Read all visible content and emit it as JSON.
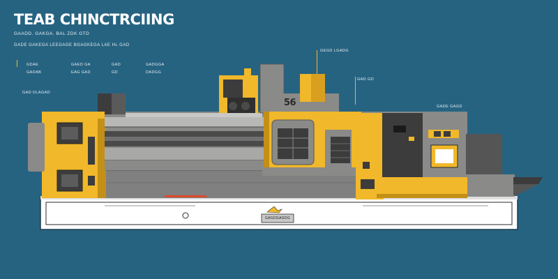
{
  "title": "TEAB CHINCTRCIING",
  "subtitle_1": "GAADD. GAKGA. BAL ZDK GTD",
  "subtitle_2": "GADE GAKEGA LEEGAGE BGAGKEGA LAE HL GAD",
  "labels": {
    "left_1": "GDAE",
    "left_2": "GADAB",
    "left_3": "GAD DLAGAD",
    "mid_1": "GAED GA",
    "mid_2": "EAG GAD",
    "mid_3": "GAD",
    "mid_4": "GD",
    "right_1": "GADGGA",
    "right_2": "DADGG",
    "top_center": "GEGD LGADG",
    "side_center": "GAD GD",
    "right_far": "GADE GAGD"
  },
  "machine_mark": "56",
  "plate_label": "GAGDGAGDG",
  "colors": {
    "background": "#266381",
    "accent_yellow": "#f0b82a",
    "body_gray": "#8a8a88",
    "dark_gray": "#3c3c3c",
    "base_white": "#ffffff"
  }
}
